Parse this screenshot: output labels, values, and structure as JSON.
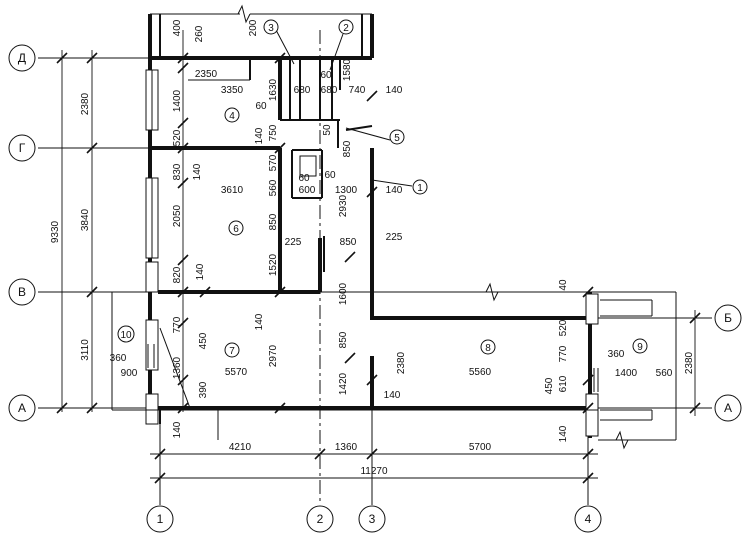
{
  "axes": {
    "rows": [
      "Д",
      "Г",
      "В",
      "Б",
      "А"
    ],
    "cols": [
      "1",
      "2",
      "3",
      "4"
    ]
  },
  "rooms": [
    "1",
    "2",
    "3",
    "4",
    "5",
    "6",
    "7",
    "8",
    "9",
    "10"
  ],
  "dims": {
    "top_400": "400",
    "top_260": "260",
    "top_200": "200",
    "d_2350": "2350",
    "d_3350": "3350",
    "d_1630": "1630",
    "d_1580": "1580",
    "d_60a": "60",
    "d_60b": "60",
    "d_60c": "60",
    "d_60d": "60",
    "d_680a": "680",
    "d_680b": "680",
    "d_740": "740",
    "d_140r": "140",
    "d_1400": "1400",
    "d_520": "520",
    "d_140a": "140",
    "d_750": "750",
    "d_50": "50",
    "d_850a": "850",
    "d_830": "830",
    "d_140b": "140",
    "d_570": "570",
    "d_560": "560",
    "d_600": "600",
    "d_1300": "1300",
    "d_140c": "140",
    "d_3610": "3610",
    "d_2930": "2930",
    "d_850b": "850",
    "d_225a": "225",
    "d_850c": "850",
    "d_225b": "225",
    "d_2050": "2050",
    "d_1520": "1520",
    "d_820": "820",
    "d_140d": "140",
    "d_1600": "1600",
    "d_40": "40",
    "d_520b": "520",
    "d_770a": "770",
    "d_450a": "450",
    "d_140e": "140",
    "d_850d": "850",
    "d_2970": "2970",
    "d_360a": "360",
    "d_900": "900",
    "d_1360": "1360",
    "d_5570": "5570",
    "d_390": "390",
    "d_1420": "1420",
    "d_140f": "140",
    "d_2380b": "2380",
    "d_5560": "5560",
    "d_770b": "770",
    "d_360b": "360",
    "d_450b": "450",
    "d_610": "610",
    "d_1400b": "1400",
    "d_560b": "560",
    "d_2380c": "2380",
    "d_140g": "140",
    "d_140h": "140",
    "b_4210": "4210",
    "b_1360": "1360",
    "b_5700": "5700",
    "b_11270": "11270",
    "l_2380": "2380",
    "l_3840": "3840",
    "l_9330": "9330",
    "l_3110": "3110"
  }
}
